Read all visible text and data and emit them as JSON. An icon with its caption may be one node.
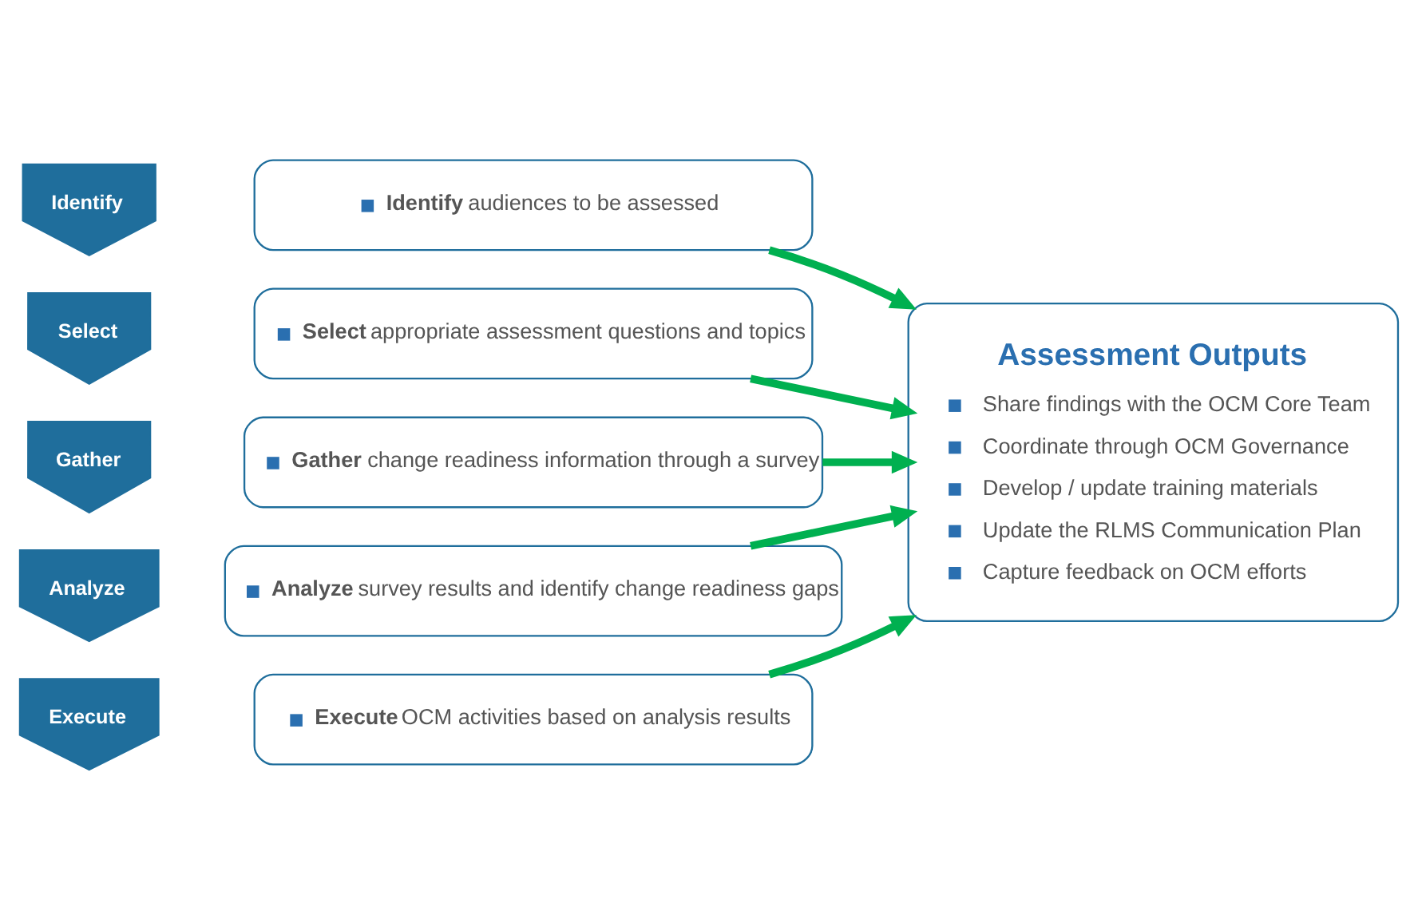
{
  "diagram": {
    "nodes": [
      {
        "text": [
          "Identify"
        ]
      },
      {
        "text": [
          "**Identify** audiences to be assessed"
        ]
      },
      {
        "text": [
          "Select"
        ]
      },
      {
        "text": [
          "**Select** appropriate assessment questions and topics"
        ]
      },
      {
        "text": [
          "Gather"
        ]
      },
      {
        "text": [
          "**Gather** change readiness information through a survey"
        ]
      },
      {
        "text": [
          "Analyze"
        ]
      },
      {
        "text": [
          "**Analyze** survey results and identify change readiness gaps"
        ]
      },
      {
        "text": [
          "Execute"
        ]
      },
      {
        "text": [
          "**Execute** OCM activities based on analysis results"
        ]
      },
      {
        "text": [
          "Assessment Outputs",
          "Share findings with the OCM Core Team",
          "Coordinate through OCM Governance",
          "Develop / update training materials",
          "Update the RLMS Communication Plan",
          "Capture feedback on OCM efforts"
        ]
      }
    ],
    "edges": [
      {
        "from": 1,
        "to": 10,
        "arrow": "to"
      },
      {
        "from": 3,
        "to": 10,
        "arrow": "to"
      },
      {
        "from": 5,
        "to": 10,
        "arrow": "to"
      },
      {
        "from": 7,
        "to": 10,
        "arrow": "to"
      },
      {
        "from": 9,
        "to": 10,
        "arrow": "to"
      }
    ]
  }
}
